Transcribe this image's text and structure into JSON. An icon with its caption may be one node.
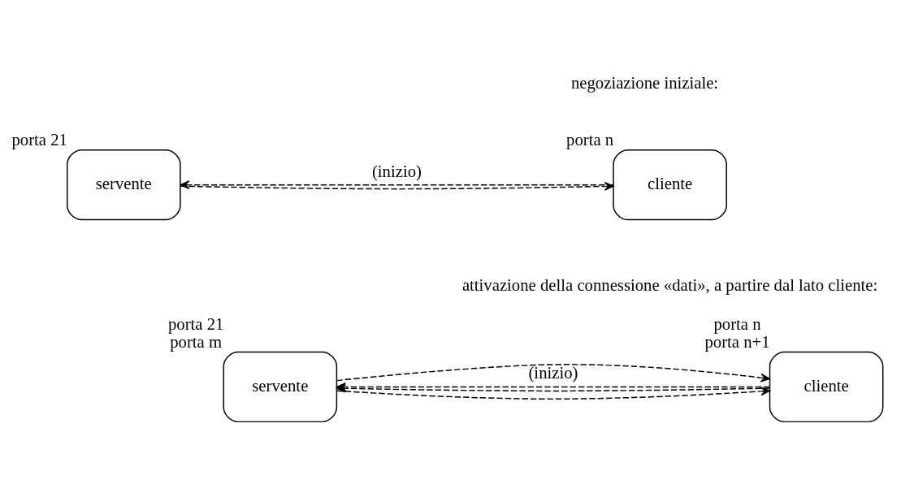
{
  "diagram": {
    "nodes": [
      {
        "text": [
          "cliente"
        ],
        "beside": [
          "porta n"
        ]
      },
      {
        "text": [
          "servente"
        ],
        "beside": [
          "porta 21"
        ]
      },
      {
        "text": [
          "cliente"
        ],
        "beside": [
          "porta n",
          "porta n+1"
        ]
      },
      {
        "text": [
          "servente"
        ],
        "beside": [
          "porta 21",
          "porta m"
        ]
      }
    ],
    "edges": [
      {
        "from": 0,
        "to": 1,
        "arrow": "to",
        "style": "dashed",
        "label": "(inizio)"
      },
      {
        "from": 1,
        "to": 0,
        "arrow": "to",
        "style": "dashed"
      },
      {
        "from": 2,
        "to": 3,
        "arrow": "to",
        "style": "dashed"
      },
      {
        "from": 3,
        "to": 2,
        "arrow": "to",
        "style": "dashed"
      },
      {
        "from": 2,
        "to": 3,
        "arrow": "to",
        "style": "dashed",
        "label": "(inizio)"
      },
      {
        "from": 3,
        "to": 2,
        "arrow": "to",
        "style": "dashed"
      }
    ],
    "labels": [
      "negoziazione iniziale:",
      "attivazione della connessione «dati», a partire dal lato cliente:"
    ]
  }
}
